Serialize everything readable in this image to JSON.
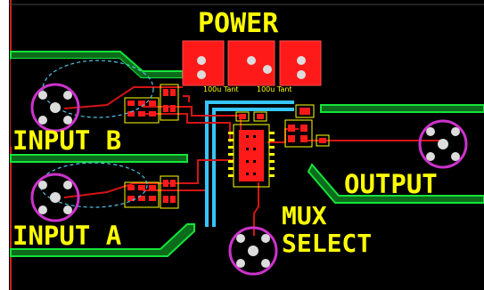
{
  "board": {
    "labels": {
      "power": "POWER",
      "input_b": "INPUT B",
      "input_a": "INPUT A",
      "output": "OUTPUT",
      "mux_select_line1": "MUX",
      "mux_select_line2": "SELECT",
      "cap_label_1": "100u Tant",
      "cap_label_2": "100u Tant"
    },
    "colors": {
      "background": "#000000",
      "copper_plane": "#007a12",
      "plane_outline": "#14e43a",
      "trace_red": "#d41414",
      "pad_red": "#ff1a1a",
      "silkscreen": "#ffff00",
      "power_trace": "#36c5ff",
      "connector_ring": "#cc33cc",
      "pad_white": "#dcdcdc",
      "keepout": "#4fc3e6",
      "frame_border": "#cc2222"
    },
    "icons": {
      "connector": "sma-connector-icon",
      "capacitor": "tantalum-capacitor-icon",
      "ic": "ic-chip-icon"
    }
  }
}
